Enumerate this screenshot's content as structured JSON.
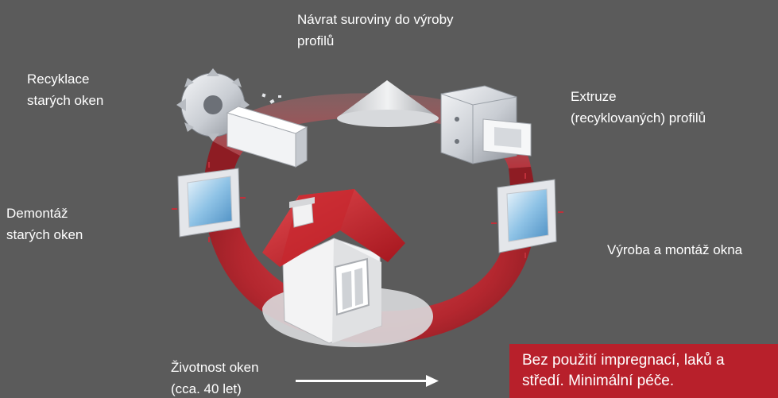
{
  "labels": {
    "return_line1": "Návrat suroviny do výroby",
    "return_line2": "profilů",
    "recycle_line1": "Recyklace",
    "recycle_line2": "starých oken",
    "extrusion_line1": "Extruze",
    "extrusion_line2": "(recyklovaných) profilů",
    "dismantle_line1": "Demontáž",
    "dismantle_line2": "starých oken",
    "production": "Výroba a montáž okna",
    "lifetime_line1": "Životnost oken",
    "lifetime_line2": "(cca. 40 let)"
  },
  "callout": {
    "line1": "Bez použití impregnací, laků a",
    "line2": "středí. Minimální péče."
  },
  "icons": [
    "circular-saw-icon",
    "granulate-pile-icon",
    "extrusion-die-icon",
    "window-frame-icon",
    "house-icon",
    "arrow-right-icon"
  ],
  "colors": {
    "background": "#5b5b5b",
    "cycle_arrow": "#c0303a",
    "callout_bg": "#b8202b",
    "text": "#ffffff"
  }
}
